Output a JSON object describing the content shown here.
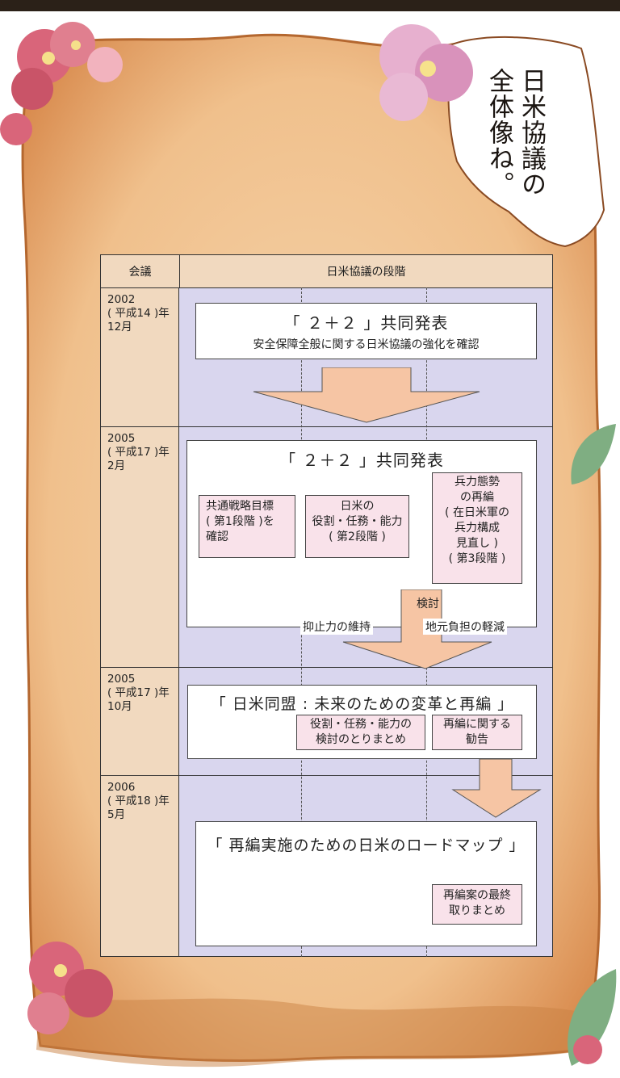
{
  "bubble": {
    "text": "日米協議の全体像ね。"
  },
  "table": {
    "col_meeting": "会議",
    "col_stage": "日米協議の段階",
    "rows": [
      {
        "period": "2002\n( 平成14 )年\n12月",
        "title": "「 ２＋２ 」共同発表",
        "subtitle": "安全保障全般に関する日米協議の強化を確認"
      },
      {
        "period": "2005\n( 平成17 )年\n2月",
        "title": "「 ２＋２ 」共同発表",
        "items": [
          "共通戦略目標\n( 第1段階 )を\n確認",
          "日米の\n役割・任務・能力\n( 第2段階 )",
          "兵力態勢\nの再編\n( 在日米軍の\n兵力構成\n見直し )\n( 第3段階 )"
        ],
        "review": "検討",
        "left_goal": "抑止力の維持",
        "right_goal": "地元負担の軽減"
      },
      {
        "period": "2005\n( 平成17 )年\n10月",
        "title": "「 日米同盟 : 未来のための変革と再編 」",
        "items": [
          "役割・任務・能力の\n検討のとりまとめ",
          "再編に関する\n勧告"
        ]
      },
      {
        "period": "2006\n( 平成18 )年\n5月",
        "title": "「 再編実施のための日米のロードマップ 」",
        "items": [
          "再編案の最終\n取りまとめ"
        ]
      }
    ]
  },
  "colors": {
    "parchment": "#f0c79a",
    "parchment_edge": "#c97a3e",
    "tan": "#f1d9bf",
    "lavender": "#d9d6ee",
    "pink_box": "#f9e2ea",
    "arrow": "#f6c5a4",
    "flower": "#d9657a"
  }
}
